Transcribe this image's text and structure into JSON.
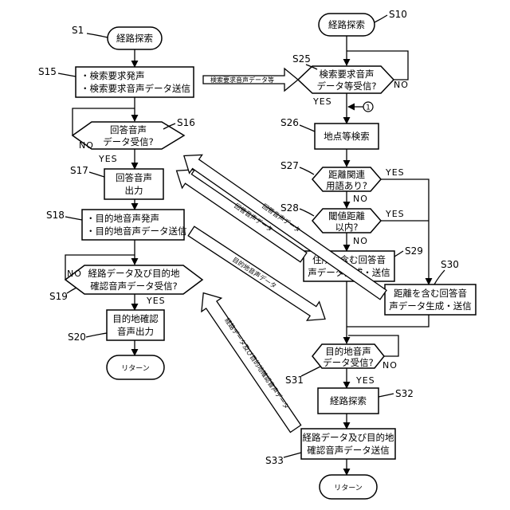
{
  "left": {
    "s1": {
      "step": "S1",
      "label": "経路探索"
    },
    "s15": {
      "step": "S15",
      "line1": "・検索要求発声",
      "line2": "・検索要求音声データ送信"
    },
    "s16": {
      "step": "S16",
      "line1": "回答音声",
      "line2": "データ受信?",
      "yes": "YES",
      "no": "NO"
    },
    "s17": {
      "step": "S17",
      "line1": "回答音声",
      "line2": "出力"
    },
    "s18": {
      "step": "S18",
      "line1": "・目的地音声発声",
      "line2": "・目的地音声データ送信"
    },
    "s19": {
      "step": "S19",
      "line1": "経路データ及び目的地",
      "line2": "確認音声データ受信?",
      "yes": "YES",
      "no": "NO"
    },
    "s20": {
      "step": "S20",
      "line1": "目的地確認",
      "line2": "音声出力"
    },
    "ret": {
      "label": "リターン"
    }
  },
  "right": {
    "s10": {
      "step": "S10",
      "label": "経路探索"
    },
    "s25": {
      "step": "S25",
      "line1": "検索要求音声",
      "line2": "データ等受信?",
      "yes": "YES",
      "no": "NO"
    },
    "connector": "1",
    "s26": {
      "step": "S26",
      "label": "地点等検索"
    },
    "s27": {
      "step": "S27",
      "line1": "距離関連",
      "line2": "用語あり?",
      "yes": "YES",
      "no": "NO"
    },
    "s28": {
      "step": "S28",
      "line1": "閾値距離",
      "line2": "以内?",
      "yes": "YES",
      "no": "NO"
    },
    "s29": {
      "step": "S29",
      "line1": "住所を含む回答音",
      "line2": "声データ生成・送信"
    },
    "s30": {
      "step": "S30",
      "line1": "距離を含む回答音",
      "line2": "声データ生成・送信"
    },
    "s31": {
      "step": "S31",
      "line1": "目的地音声",
      "line2": "データ受信?",
      "yes": "YES",
      "no": "NO"
    },
    "s32": {
      "step": "S32",
      "label": "経路探索"
    },
    "s33": {
      "step": "S33",
      "line1": "経路データ及び目的地",
      "line2": "確認音声データ送信"
    },
    "ret": {
      "label": "リターン"
    }
  },
  "transfers": {
    "search_request": "検索要求音声データ等",
    "reply1": "回答音声データ",
    "reply2": "回答音声データ",
    "destination": "目的地音声データ",
    "route": "経路データ及び目的地確認音声データ"
  }
}
